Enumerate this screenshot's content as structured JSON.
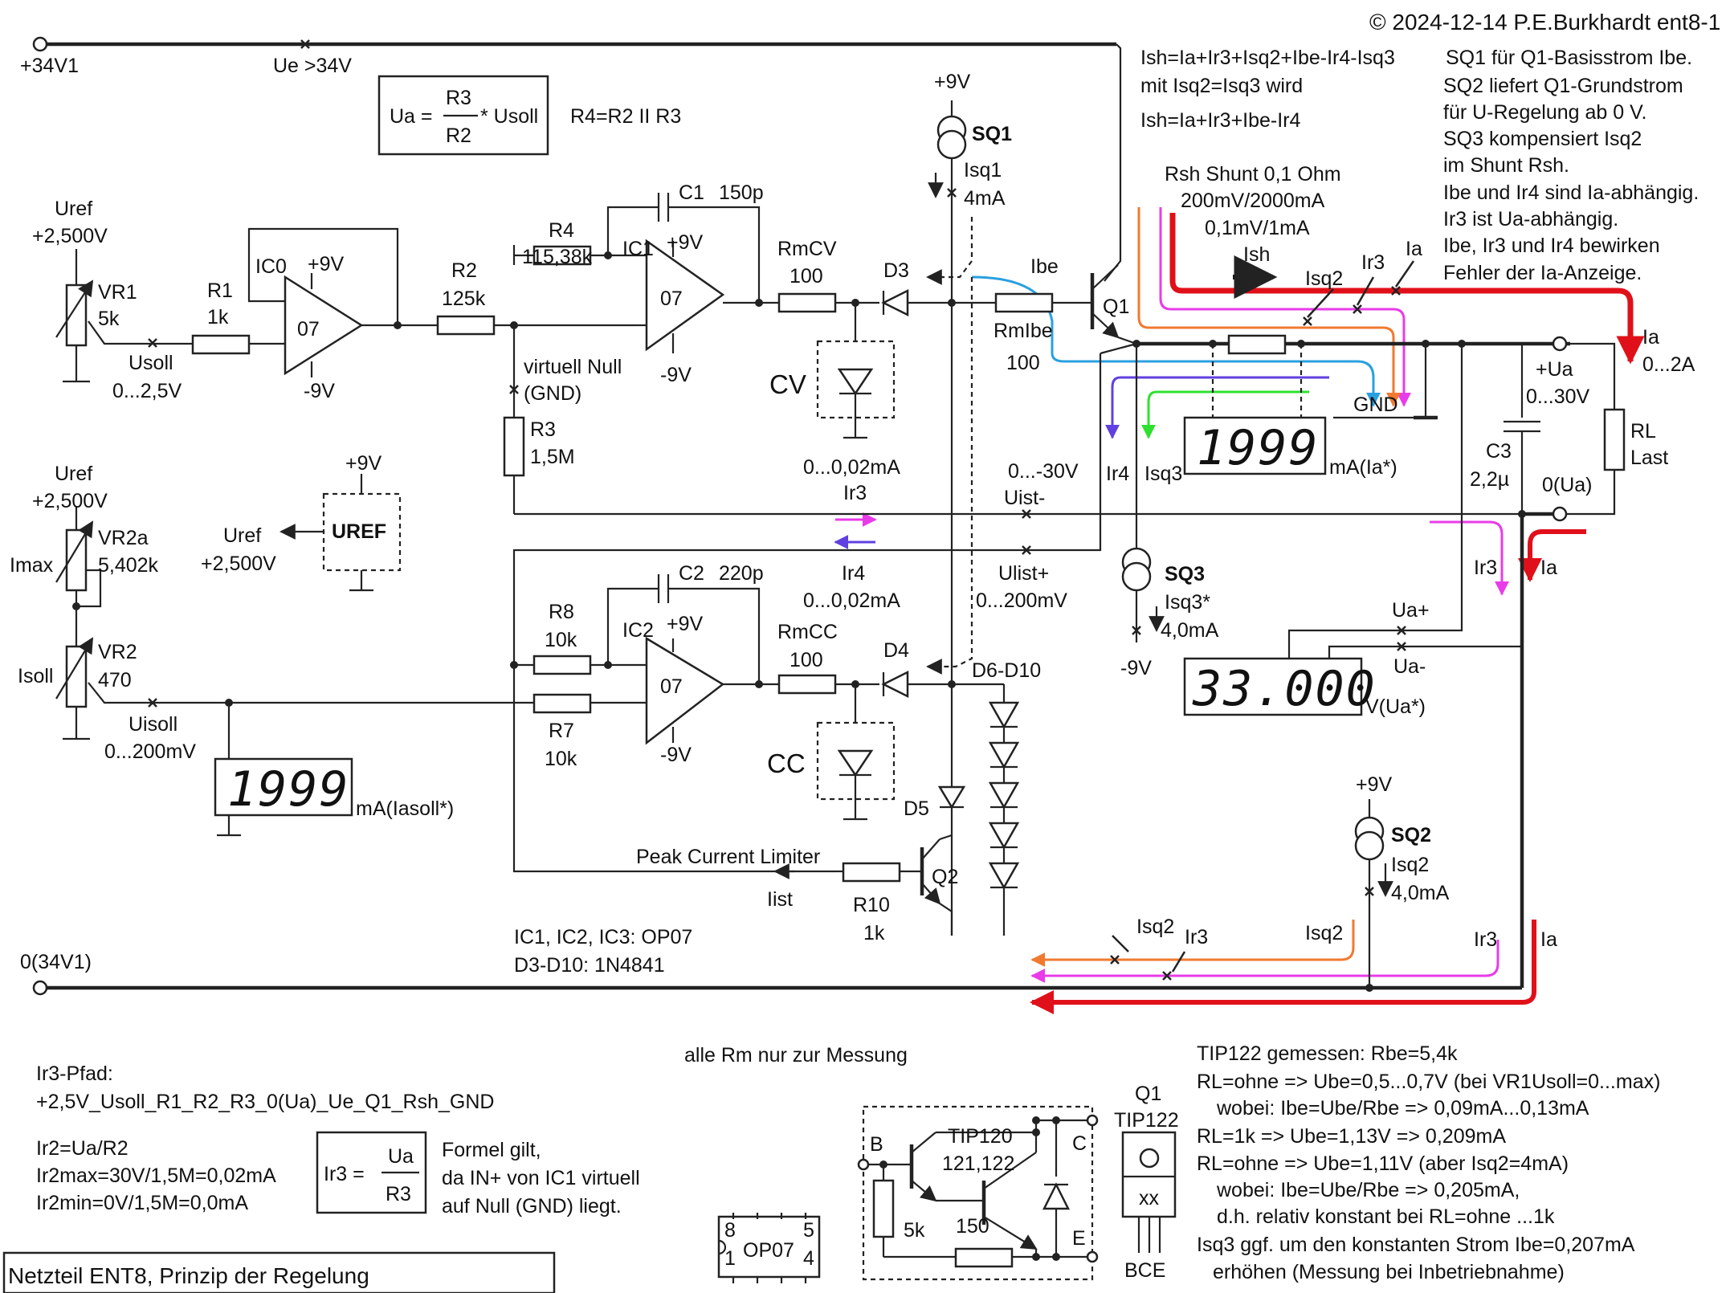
{
  "copyright": "© 2024-12-14 P.E.Burkhardt ent8-1",
  "footer_title": "Netzteil ENT8, Prinzip der Regelung",
  "rails": {
    "v34": "+34V1",
    "ue": "Ue >34V",
    "gnd34": "0(34V1)"
  },
  "formula_ua": {
    "lhs": "Ua =",
    "num": "R3",
    "den": "R2",
    "tail": "* Usoll",
    "note": "R4=R2 II R3"
  },
  "ish_text": [
    "Ish=Ia+Ir3+Isq2+Ibe-Ir4-Isq3",
    "mit Isq2=Isq3 wird",
    "Ish=Ia+Ir3+Ibe-Ir4"
  ],
  "sq_notes": [
    "SQ1 für Q1-Basisstrom Ibe.",
    "SQ2 liefert Q1-Grundstrom",
    "für U-Regelung ab 0 V.",
    "SQ3 kompensiert Isq2",
    "im Shunt Rsh.",
    "Ibe und Ir4 sind Ia-abhängig.",
    "Ir3 ist Ua-abhängig.",
    "Ibe, Ir3 und Ir4 bewirken",
    "Fehler der Ia-Anzeige."
  ],
  "uref1": {
    "name": "Uref",
    "value": "+2,500V",
    "vr": "VR1",
    "vr_val": "5k",
    "usoll": "Usoll",
    "usoll_range": "0...2,5V"
  },
  "r1": {
    "name": "R1",
    "value": "1k"
  },
  "ic0": {
    "name": "IC0",
    "type": "07",
    "vpos": "+9V",
    "vneg": "-9V"
  },
  "r2": {
    "name": "R2",
    "value": "125k"
  },
  "r4": {
    "name": "R4",
    "value": "115,38k"
  },
  "c1": {
    "name": "C1",
    "value": "150p"
  },
  "ic1": {
    "name": "IC1",
    "type": "07",
    "vpos": "+9V",
    "vneg": "-9V"
  },
  "rmcv": {
    "name": "RmCV",
    "value": "100"
  },
  "d3": "D3",
  "cv": {
    "label": "CV",
    "range": "0...0,02mA"
  },
  "virt": {
    "l1": "virtuell Null",
    "l2": "(GND)"
  },
  "r3": {
    "name": "R3",
    "value": "1,5M"
  },
  "sq1": {
    "vcc": "+9V",
    "name": "SQ1",
    "i": "Isq1",
    "val": "4mA"
  },
  "ibe": "Ibe",
  "rmibe": {
    "name": "RmIbe",
    "value": "100"
  },
  "q1": "Q1",
  "rsh": {
    "l1": "Rsh Shunt 0,1 Ohm",
    "l2": "200mV/2000mA",
    "l3": "0,1mV/1mA",
    "ish": "Ish"
  },
  "currents": {
    "isq2": "Isq2",
    "ir3": "Ir3",
    "ia": "Ia",
    "ir4": "Ir4",
    "isq3": "Isq3",
    "gnd": "GND"
  },
  "disp_ia": {
    "value": "1999",
    "unit": "mA(Ia*)"
  },
  "out": {
    "ua": "+Ua",
    "ua_range": "0...30V",
    "ia": "Ia",
    "ia_range": "0...2A",
    "rl": "RL",
    "rl2": "Last",
    "zero": "0(Ua)",
    "c3": "C3",
    "c3v": "2,2µ"
  },
  "uist": {
    "minus": "Uist-",
    "range_m": "0...-30V",
    "plus": "Ulist+",
    "range_p": "0...200mV",
    "ir3": "Ir3",
    "ir4": "Ir4",
    "ir4_range": "0...0,02mA"
  },
  "sq3": {
    "name": "SQ3",
    "i": "Isq3*",
    "val": "4,0mA",
    "vneg": "-9V"
  },
  "uref_block": {
    "vcc": "+9V",
    "name": "UREF",
    "out": "Uref",
    "out_v": "+2,500V"
  },
  "uref2": {
    "name": "Uref",
    "value": "+2,500V",
    "vr2a": "VR2a",
    "vr2a_val": "5,402k",
    "imax": "Imax",
    "vr2": "VR2",
    "vr2_val": "470",
    "isoll": "Isoll",
    "uisoll": "Uisoll",
    "uisoll_range": "0...200mV"
  },
  "disp_isoll": {
    "value": "1999",
    "unit": "mA(Iasoll*)"
  },
  "r8": {
    "name": "R8",
    "value": "10k"
  },
  "r7": {
    "name": "R7",
    "value": "10k"
  },
  "c2": {
    "name": "C2",
    "value": "220p"
  },
  "ic2": {
    "name": "IC2",
    "type": "07",
    "vpos": "+9V",
    "vneg": "-9V"
  },
  "rmcc": {
    "name": "RmCC",
    "value": "100"
  },
  "d4": "D4",
  "d5": "D5",
  "d6_10": "D6-D10",
  "cc": "CC",
  "ua_disp": {
    "plus": "Ua+",
    "minus": "Ua-",
    "value": "33.000",
    "unit": "V(Ua*)"
  },
  "limiter": {
    "label": "Peak Current Limiter",
    "iist": "Iist",
    "r10": "R10",
    "r10v": "1k",
    "q2": "Q2"
  },
  "sq2": {
    "vcc": "+9V",
    "name": "SQ2",
    "i": "Isq2",
    "val": "4,0mA"
  },
  "ic_note": [
    "IC1, IC2, IC3: OP07",
    "D3-D10: 1N4841"
  ],
  "bottom_curr": {
    "isq2": "Isq2",
    "ir3": "Ir3",
    "isq2_r": "Isq2",
    "ir3_r": "Ir3",
    "ia_r": "Ia"
  },
  "ir3_pfad": [
    "Ir3-Pfad:",
    "+2,5V_Usoll_R1_R2_R3_0(Ua)_Ue_Q1_Rsh_GND",
    "Ir2=Ua/R2",
    "Ir2max=30V/1,5M=0,02mA",
    "Ir2min=0V/1,5M=0,0mA"
  ],
  "ir3_formula": {
    "lhs": "Ir3 =",
    "num": "Ua",
    "den": "R3"
  },
  "formula_note": [
    "Formel gilt,",
    "da IN+ von IC1 virtuell",
    "auf Null (GND) liegt."
  ],
  "rm_note": "alle Rm nur zur Messung",
  "op07_pkg": {
    "name": "OP07",
    "p8": "8",
    "p5": "5",
    "p1": "1",
    "p4": "4"
  },
  "tip_inner": {
    "name": "TIP120",
    "name2": "121,122",
    "b": "B",
    "c": "C",
    "e": "E",
    "r1": "5k",
    "r2": "150"
  },
  "q1_pkg": {
    "name": "Q1",
    "type": "TIP122",
    "xx": "xx",
    "pins": "BCE"
  },
  "tip_notes": [
    "TIP122 gemessen: Rbe=5,4k",
    "RL=ohne => Ube=0,5...0,7V (bei VR1Usoll=0...max)",
    "wobei: Ibe=Ube/Rbe => 0,09mA...0,13mA",
    "RL=1k => Ube=1,13V => 0,209mA",
    "RL=ohne => Ube=1,11V (aber Isq2=4mA)",
    "wobei: Ibe=Ube/Rbe => 0,205mA,",
    "d.h. relativ konstant bei RL=ohne ...1k",
    "Isq3 ggf. um den konstanten Strom Ibe=0,207mA",
    "erhöhen (Messung bei Inbetriebnahme)"
  ],
  "colors": {
    "red": "#e0101a",
    "magenta": "#e83ce8",
    "orange": "#f07a30",
    "blue": "#2aa0e0",
    "purple": "#6040e0",
    "green": "#30e030"
  }
}
